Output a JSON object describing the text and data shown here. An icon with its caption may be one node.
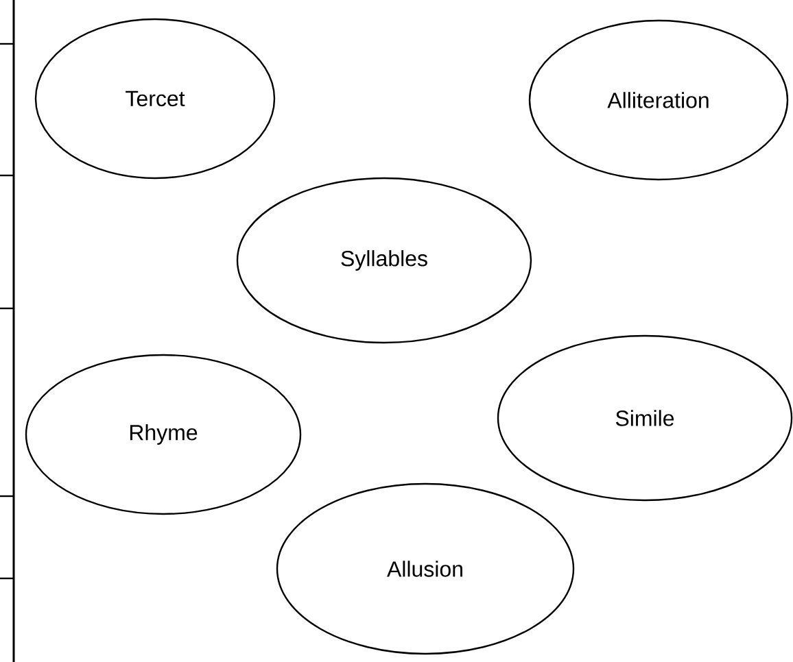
{
  "diagram": {
    "nodes": [
      {
        "text": [
          "Tercet"
        ]
      },
      {
        "text": [
          "Alliteration"
        ]
      },
      {
        "text": [
          "Syllables"
        ]
      },
      {
        "text": [
          "Rhyme"
        ]
      },
      {
        "text": [
          "Simile"
        ]
      },
      {
        "text": [
          "Allusion"
        ]
      }
    ]
  }
}
